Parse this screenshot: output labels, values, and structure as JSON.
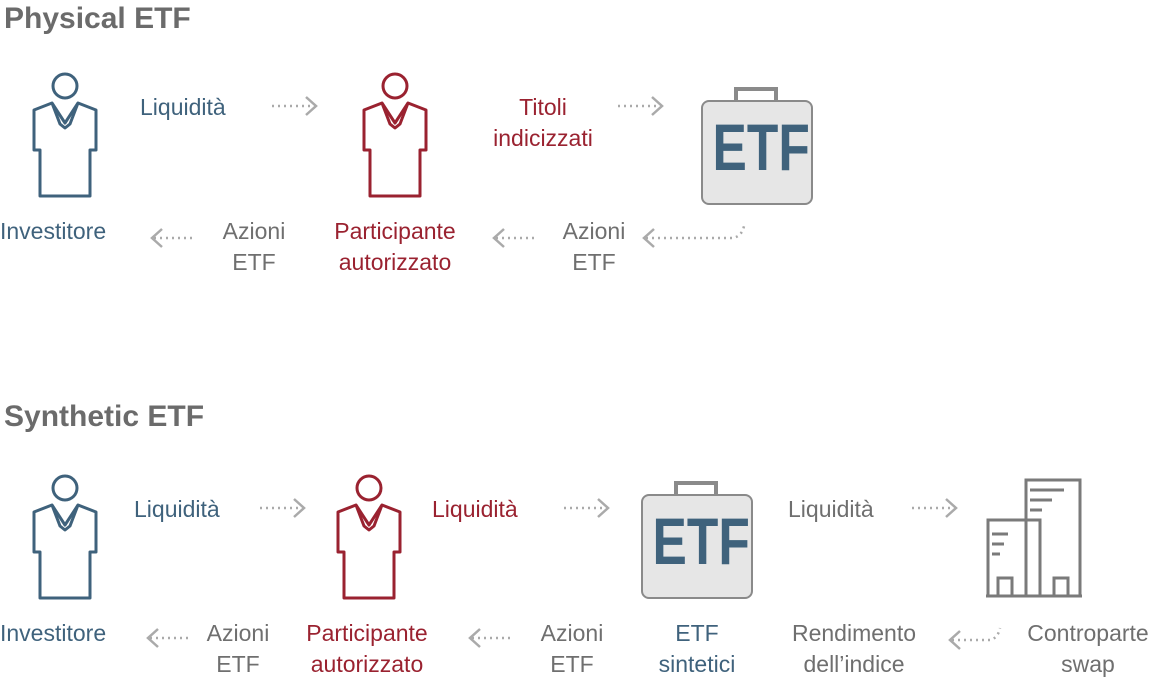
{
  "physical": {
    "heading": "Physical ETF",
    "investor_label": "Investitore",
    "participant_label_1": "Participante",
    "participant_label_2": "autorizzato",
    "cash_label": "Liquidità",
    "securities_label_1": "Titoli",
    "securities_label_2": "indicizzati",
    "shares_label_left_1": "Azioni",
    "shares_label_left_2": "ETF",
    "shares_label_right_1": "Azioni",
    "shares_label_right_2": "ETF",
    "briefcase_text": "ETF"
  },
  "synthetic": {
    "heading": "Synthetic ETF",
    "investor_label": "Investitore",
    "participant_label_1": "Participante",
    "participant_label_2": "autorizzato",
    "cash_label_1": "Liquidità",
    "cash_label_2": "Liquidità",
    "cash_label_3": "Liquidità",
    "shares_label_left_1": "Azioni",
    "shares_label_left_2": "ETF",
    "shares_label_right_1": "Azioni",
    "shares_label_right_2": "ETF",
    "briefcase_text": "ETF",
    "etf_label_1": "ETF",
    "etf_label_2": "sintetici",
    "return_label_1": "Rendimento",
    "return_label_2": "dell’indice",
    "counterparty_label_1": "Controparte",
    "counterparty_label_2": "swap"
  },
  "colors": {
    "investor": "#3f627c",
    "participant": "#9a2230",
    "neutral": "#6f6f6f",
    "arrow": "#aaaaaa",
    "briefcase_fill": "#e6e6e6"
  }
}
